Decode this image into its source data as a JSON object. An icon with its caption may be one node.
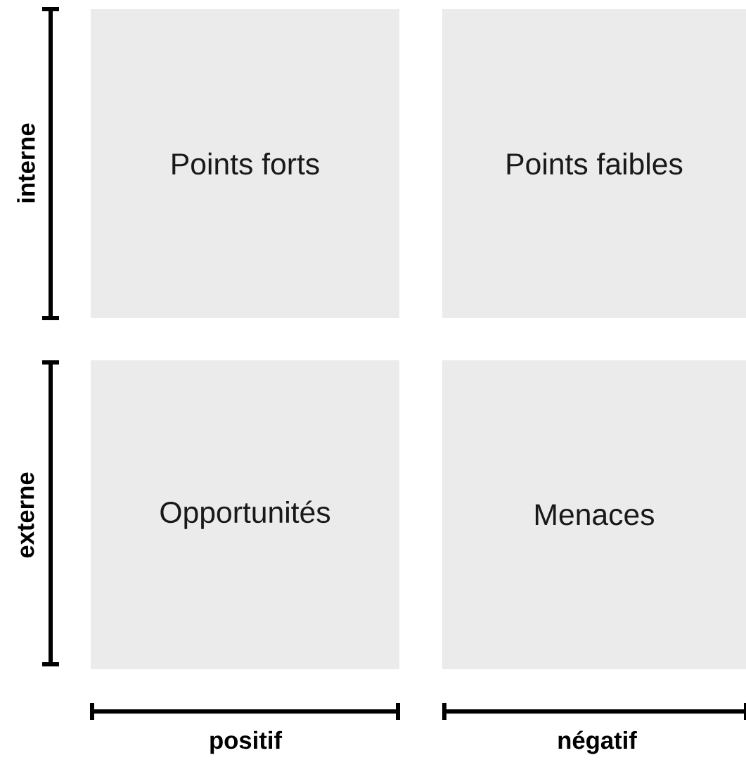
{
  "diagram": {
    "nodes": [
      {
        "text": [
          "Points forts"
        ]
      },
      {
        "text": [
          "Points faibles"
        ]
      },
      {
        "text": [
          "Opportunités"
        ]
      },
      {
        "text": [
          "Menaces"
        ]
      }
    ],
    "labels": [
      "interne",
      "externe",
      "positif",
      "négatif"
    ]
  }
}
